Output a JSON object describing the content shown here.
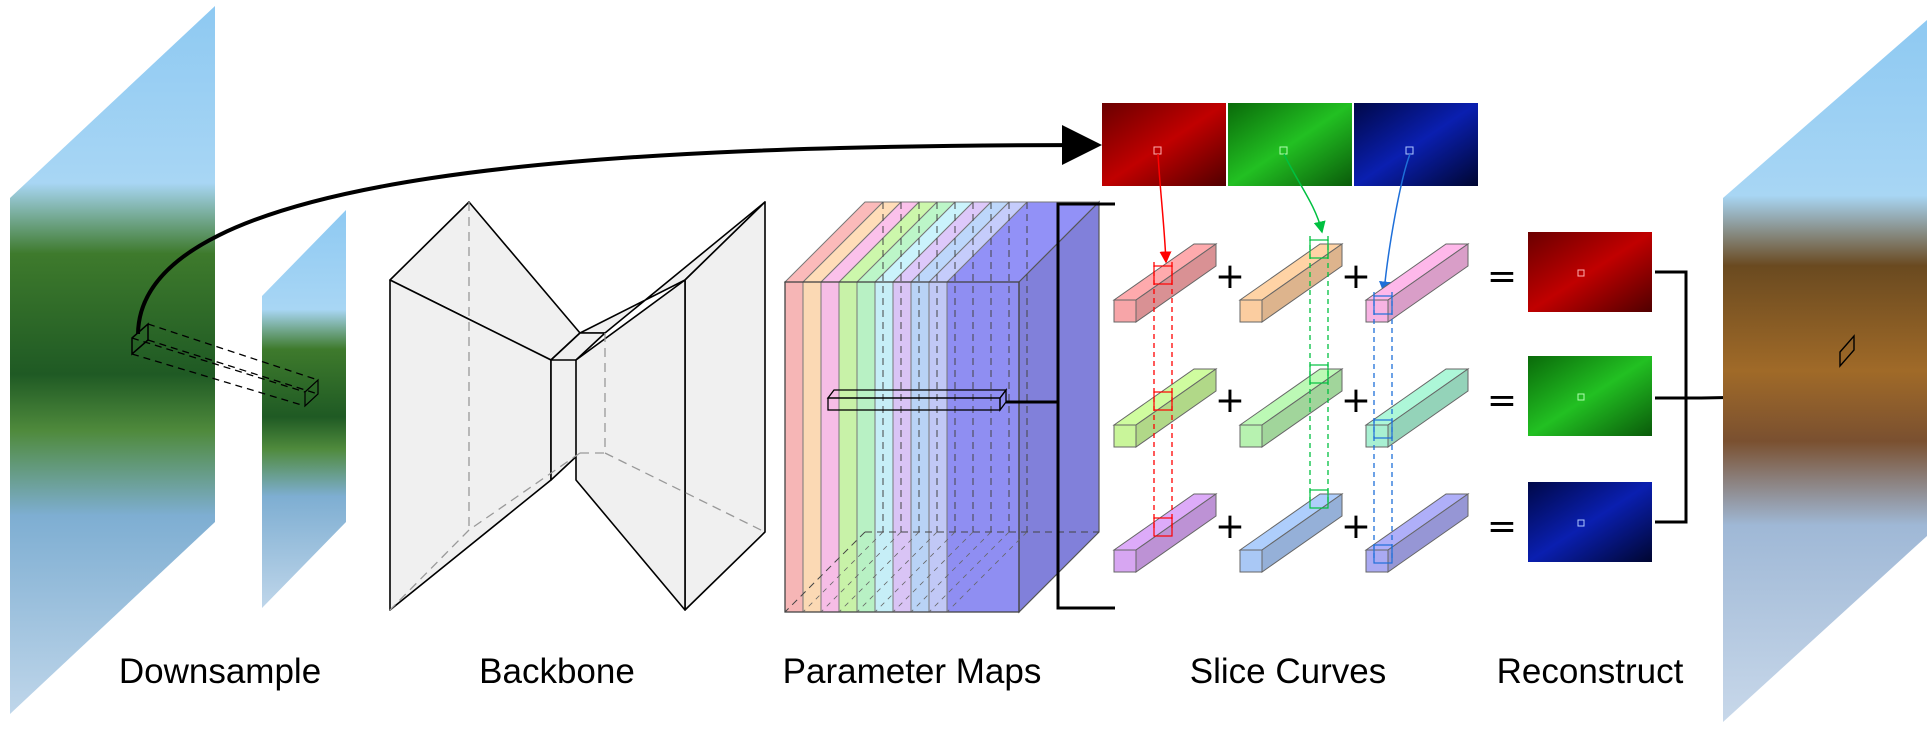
{
  "stages": [
    {
      "id": "downsample",
      "label": "Downsample"
    },
    {
      "id": "backbone",
      "label": "Backbone"
    },
    {
      "id": "parameter_maps",
      "label": "Parameter Maps"
    },
    {
      "id": "slice_curves",
      "label": "Slice Curves"
    },
    {
      "id": "reconstruct",
      "label": "Reconstruct"
    }
  ],
  "operators": {
    "plus": "+",
    "equals": "="
  },
  "parameter_map_colors": [
    "#f6b6b6",
    "#fbd9b4",
    "#f6bde6",
    "#c8f2a8",
    "#b8f1c4",
    "#c6eef7",
    "#d9c4f5",
    "#b9d3f6",
    "#c1c8f6",
    "#8f8ef2"
  ],
  "channel_colors": {
    "red": "#ff0000",
    "green": "#00c040",
    "blue": "#1e6fd9"
  },
  "curve_rows": [
    {
      "channel": "red",
      "bars": [
        "#f7a5a8",
        "#fbcda0",
        "#f7b3e3"
      ],
      "result": "#b40000"
    },
    {
      "channel": "green",
      "bars": [
        "#c9f59a",
        "#b7f2b0",
        "#a8f0d2"
      ],
      "result": "#14a014"
    },
    {
      "channel": "blue",
      "bars": [
        "#d7a6f2",
        "#a9c8f5",
        "#aaaaf2"
      ],
      "result": "#0a1a8c"
    }
  ]
}
